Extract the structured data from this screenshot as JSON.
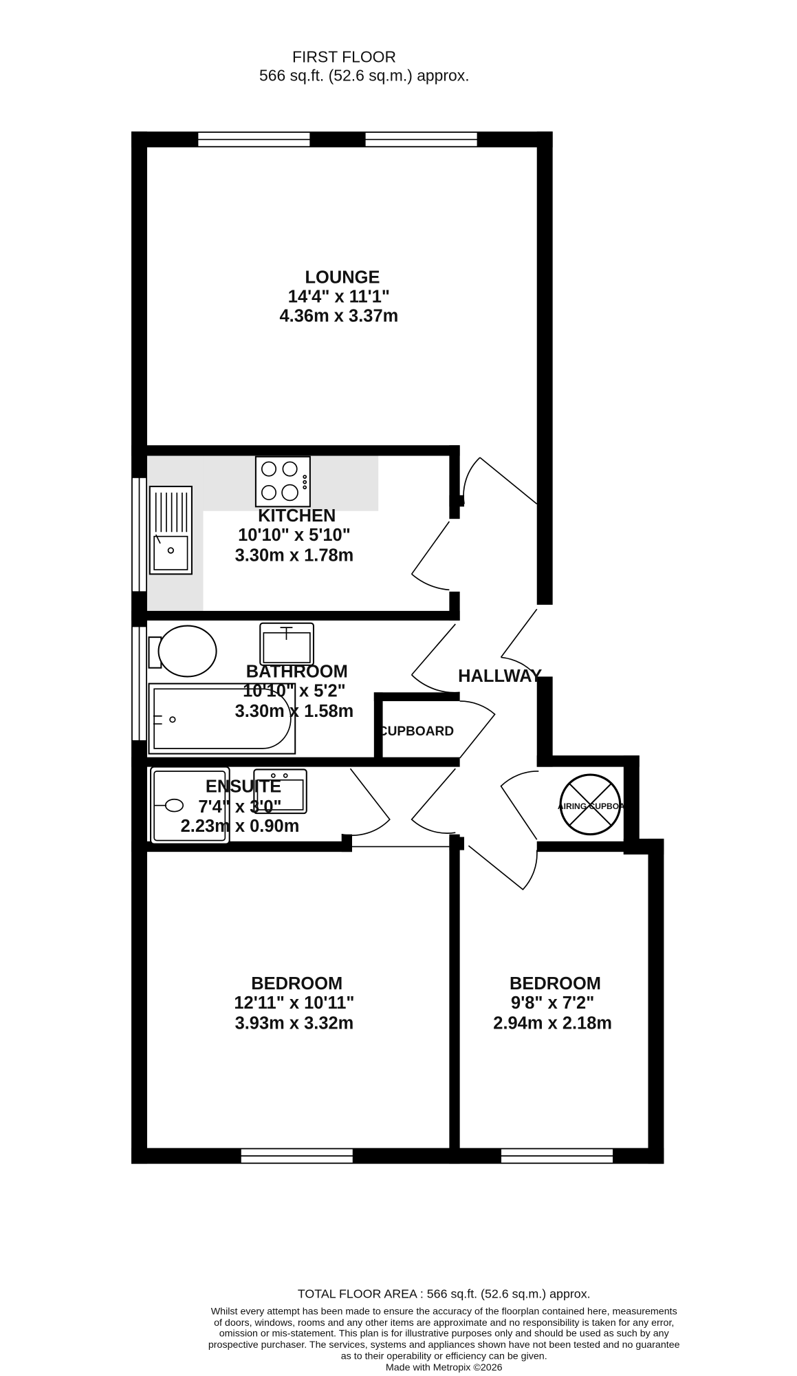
{
  "header": {
    "floor_name": "FIRST FLOOR",
    "floor_area": "566 sq.ft. (52.6 sq.m.) approx."
  },
  "rooms": {
    "lounge": {
      "name": "LOUNGE",
      "imperial": "14'4\"  x 11'1\"",
      "metric": "4.36m  x 3.37m"
    },
    "kitchen": {
      "name": "KITCHEN",
      "imperial": "10'10\"  x 5'10\"",
      "metric": "3.30m  x 1.78m"
    },
    "bathroom": {
      "name": "BATHROOM",
      "imperial": "10'10\"  x 5'2\"",
      "metric": "3.30m  x 1.58m"
    },
    "hallway": {
      "name": "HALLWAY"
    },
    "cupboard": {
      "name": "CUPBOARD"
    },
    "ensuite": {
      "name": "ENSUITE",
      "imperial": "7'4\"  x 3'0\"",
      "metric": "2.23m  x 0.90m"
    },
    "airing_cupboard": {
      "name": "AIRING CUPBOARD"
    },
    "bedroom1": {
      "name": "BEDROOM",
      "imperial": "12'11\"  x 10'11\"",
      "metric": "3.93m  x 3.32m"
    },
    "bedroom2": {
      "name": "BEDROOM",
      "imperial": "9'8\"  x 7'2\"",
      "metric": "2.94m  x 2.18m"
    }
  },
  "footer": {
    "total_area": "TOTAL FLOOR AREA : 566 sq.ft. (52.6 sq.m.) approx.",
    "disclaimer": [
      "Whilst every attempt has been made to ensure the accuracy of the floorplan contained here, measurements",
      "of doors, windows, rooms and any other items are approximate and no responsibility is taken for any error,",
      "omission or mis-statement. This plan is for illustrative purposes only and should be used as such by any",
      "prospective purchaser. The services, systems and appliances shown have not been tested and no guarantee",
      "as to their operability or efficiency can be given."
    ],
    "credit": "Made with Metropix ©2026"
  }
}
